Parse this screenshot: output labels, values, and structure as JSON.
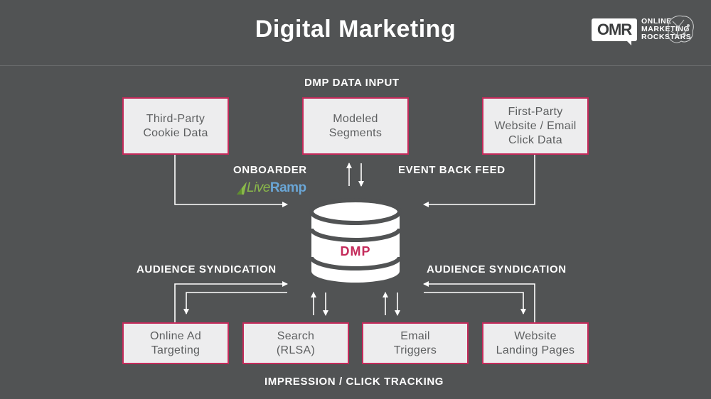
{
  "title": "Digital Marketing",
  "logo": {
    "mark": "OMR",
    "line1": "ONLINE",
    "line2": "MARKETING",
    "line3": "ROCKSTARS"
  },
  "labels": {
    "input": "DMP DATA INPUT",
    "onboarder": "ONBOARDER",
    "event_back_feed": "EVENT BACK FEED",
    "syndication_left": "AUDIENCE SYNDICATION",
    "syndication_right": "AUDIENCE SYNDICATION",
    "tracking": "IMPRESSION / CLICK TRACKING"
  },
  "liveramp": {
    "live": "Live",
    "ramp": "Ramp"
  },
  "dmp": "DMP",
  "inputs": [
    {
      "text": "Third-Party\nCookie Data"
    },
    {
      "text": "Modeled\nSegments"
    },
    {
      "text": "First-Party\nWebsite / Email\nClick Data"
    }
  ],
  "outputs": [
    {
      "text": "Online Ad\nTargeting"
    },
    {
      "text": "Search\n(RLSA)"
    },
    {
      "text": "Email\nTriggers"
    },
    {
      "text": "Website\nLanding Pages"
    }
  ],
  "colors": {
    "background": "#515354",
    "box_fill": "#ededee",
    "box_border": "#c42b5b",
    "dmp_text": "#c42b5b"
  }
}
